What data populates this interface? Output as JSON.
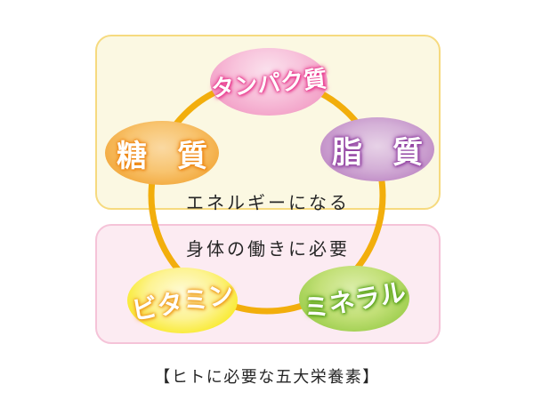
{
  "title": "【ヒトに必要な五大栄養素】",
  "groups": {
    "energy": {
      "label": "エネルギーになる",
      "nutrients": {
        "protein": {
          "label": "タンパク質"
        },
        "carbohydrate": {
          "label": "糖　質"
        },
        "lipid": {
          "label": "脂　質"
        }
      }
    },
    "body": {
      "label": "身体の働きに必要",
      "nutrients": {
        "vitamin": {
          "label": "ビタミン"
        },
        "mineral": {
          "label": "ミネラル"
        }
      }
    }
  },
  "colors": {
    "ring": "#f2ae0c",
    "energy_box_fill": "#fbf8e2",
    "energy_box_border": "#f6da7f",
    "body_box_fill": "#fcebf2",
    "body_box_border": "#f5c3d8",
    "protein": "#ef8fbd",
    "protein_glow": "#e8388c",
    "carbohydrate": "#ef9e2b",
    "carbohydrate_glow": "#ee8511",
    "lipid": "#b57dbc",
    "lipid_glow": "#9040a0",
    "vitamin": "#f4e400",
    "vitamin_glow": "#f0a020",
    "mineral": "#8bc03a",
    "mineral_glow": "#5aa41a",
    "label_text": "#262626"
  }
}
